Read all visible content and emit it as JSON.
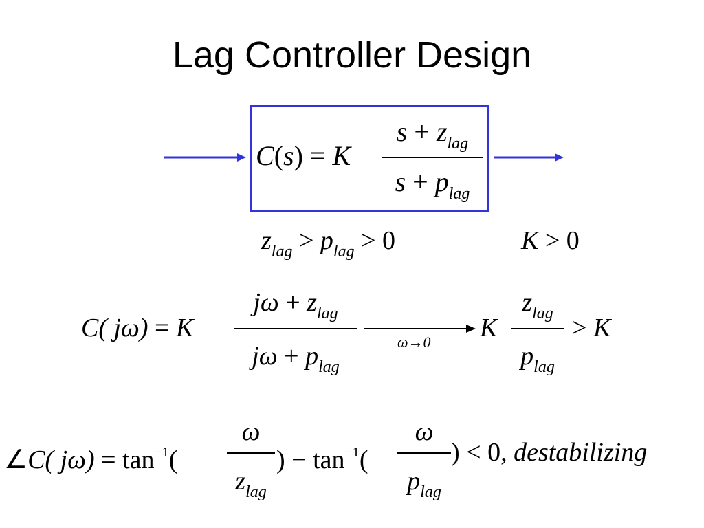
{
  "slide": {
    "title": "Lag Controller Design"
  },
  "colors": {
    "block": "#3333dd",
    "text": "#000000"
  },
  "eq1": {
    "lhs_C": "C",
    "lhs_paren_open": "(",
    "lhs_s": "s",
    "lhs_paren_close": ")",
    "equals": "=",
    "gain": "K",
    "num_s": "s",
    "num_plus": "+",
    "num_z": "z",
    "num_sub": "lag",
    "den_s": "s",
    "den_plus": "+",
    "den_p": "p",
    "den_sub": "lag"
  },
  "cond": {
    "z": "z",
    "z_sub": "lag",
    "gt1": ">",
    "p": "p",
    "p_sub": "lag",
    "gt2": ">",
    "zero": "0",
    "K": "K",
    "gt3": ">",
    "zero2": "0"
  },
  "eq2": {
    "lhs": "C( jω)",
    "equals": "=",
    "gain": "K",
    "num_jw": "jω",
    "num_plus": "+",
    "num_z": "z",
    "num_sub": "lag",
    "den_jw": "jω",
    "den_plus": "+",
    "den_p": "p",
    "den_sub": "lag",
    "limit": "ω→0",
    "rhs_gain": "K",
    "rhs_num_z": "z",
    "rhs_num_sub": "lag",
    "rhs_den_p": "p",
    "rhs_den_sub": "lag",
    "gt": ">",
    "rhs_K": "K"
  },
  "eq3": {
    "angle": "∠",
    "lhs": "C( jω)",
    "equals": "=",
    "tan1": "tan",
    "exp1": "−1",
    "open1": "(",
    "num1": "ω",
    "den1_z": "z",
    "den1_sub": "lag",
    "close1": ")",
    "minus": "−",
    "tan2": "tan",
    "exp2": "−1",
    "open2": "(",
    "num2": "ω",
    "den2_p": "p",
    "den2_sub": "lag",
    "close2": ")",
    "lt": "<",
    "zero": "0,",
    "word": "destabilizing"
  }
}
